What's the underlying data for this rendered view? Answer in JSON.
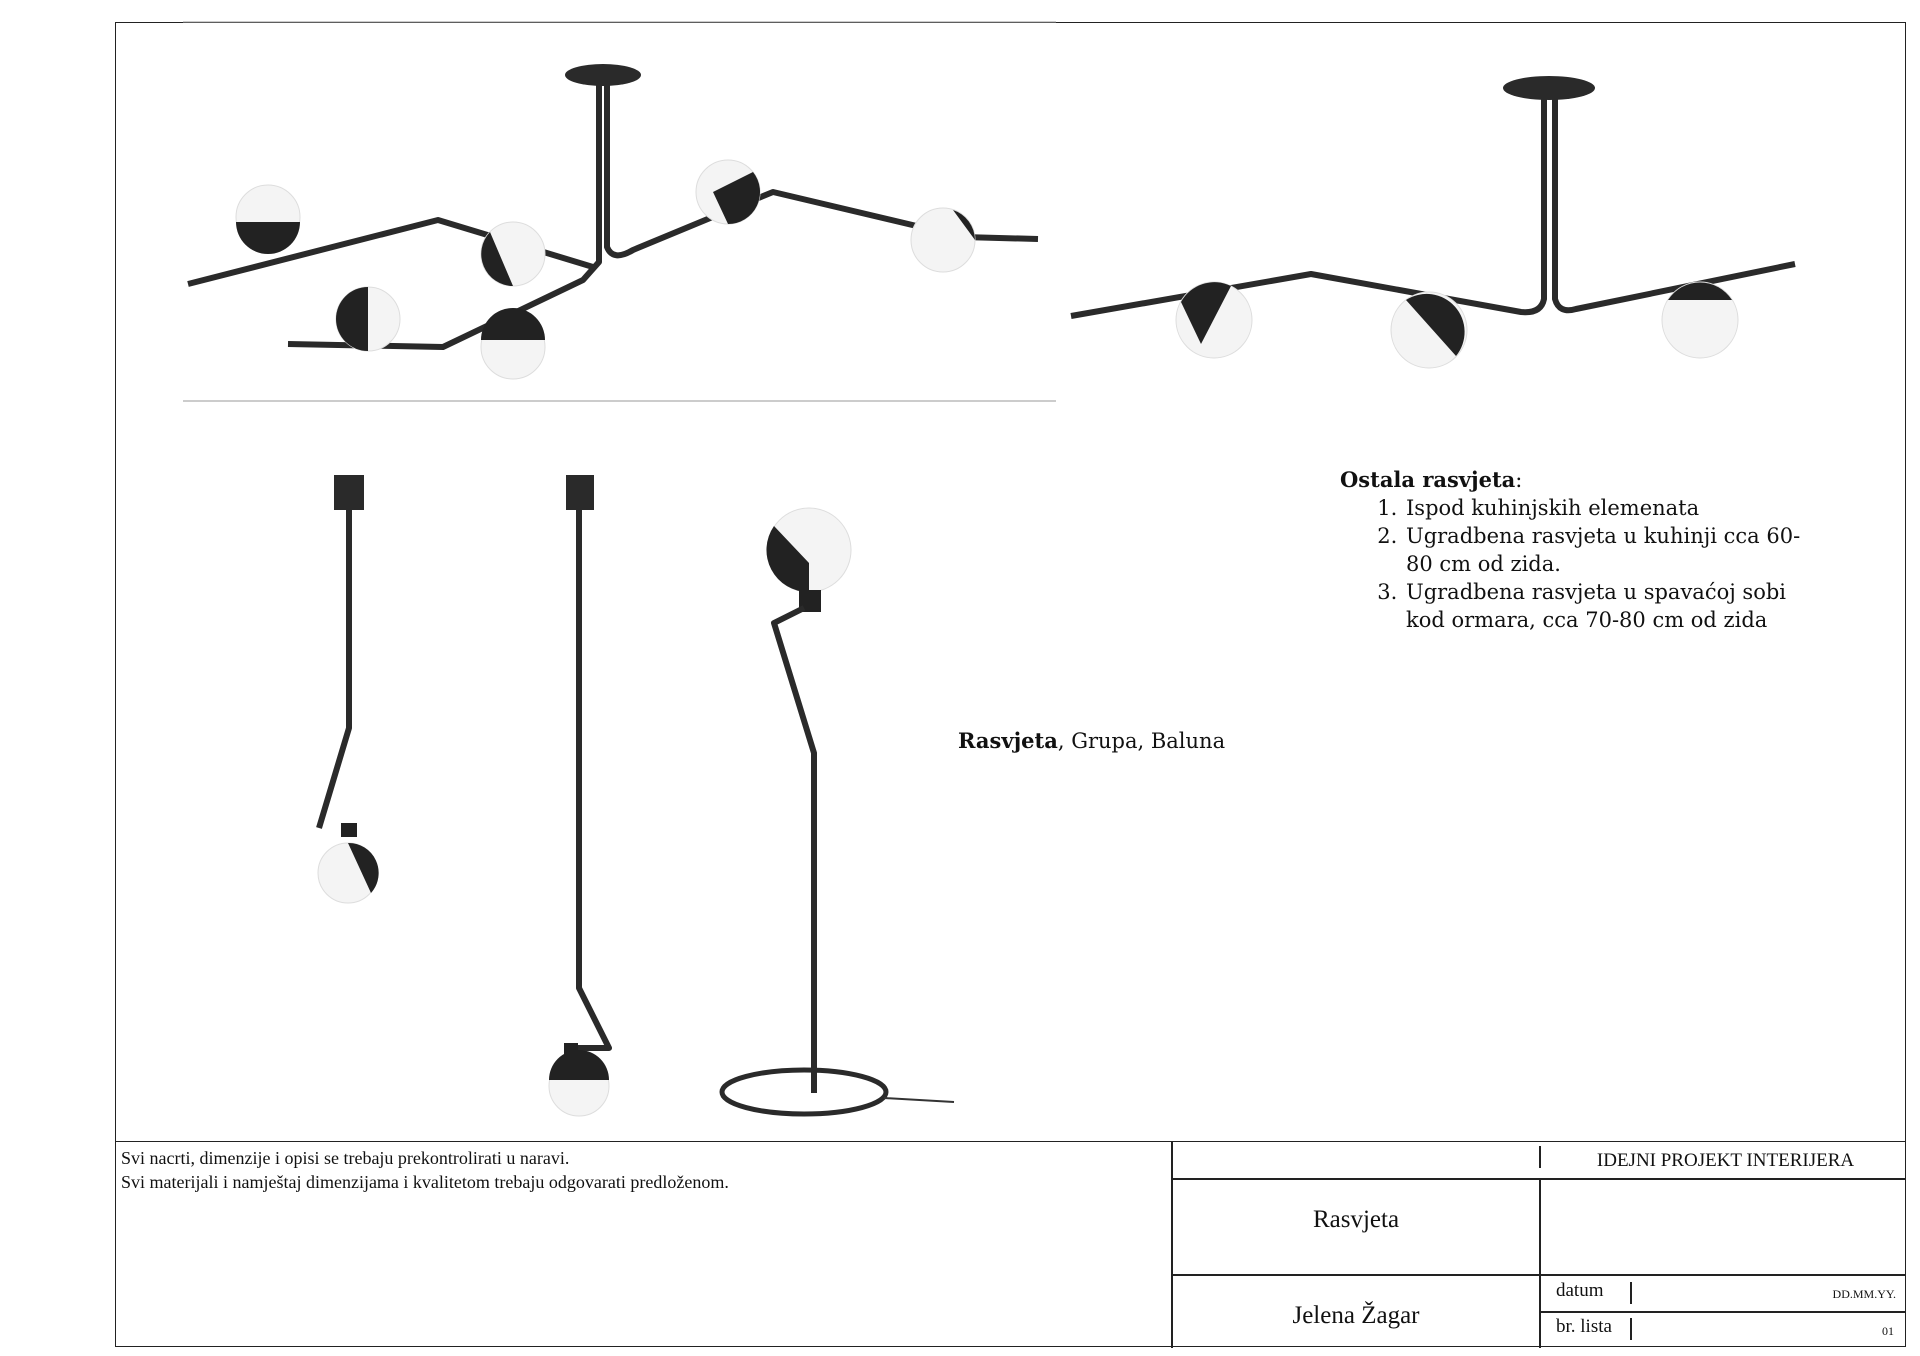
{
  "caption": {
    "bold": "Rasvjeta",
    "rest": ", Grupa, Baluna"
  },
  "other_lighting": {
    "title": "Ostala rasvjeta",
    "colon": ":",
    "items": [
      "Ispod kuhinjskih elemenata",
      "Ugradbena rasvjeta u kuhinji cca 60-80 cm od zida.",
      "Ugradbena rasvjeta u spavaćoj sobi kod ormara, cca 70-80 cm od zida"
    ]
  },
  "title_block": {
    "notes": [
      "Svi nacrti, dimenzije i opisi se trebaju prekontrolirati u naravi.",
      "Svi materijali i namještaj dimenzijama i kvalitetom trebaju odgovarati predloženom."
    ],
    "project": "IDEJNI PROJEKT INTERIJERA",
    "sheet_title": "Rasvjeta",
    "author": "Jelena Žagar",
    "date_label": "datum",
    "date_value": "DD.MM.YY.",
    "sheet_no_label": "br. lista",
    "sheet_no_value": "01"
  }
}
